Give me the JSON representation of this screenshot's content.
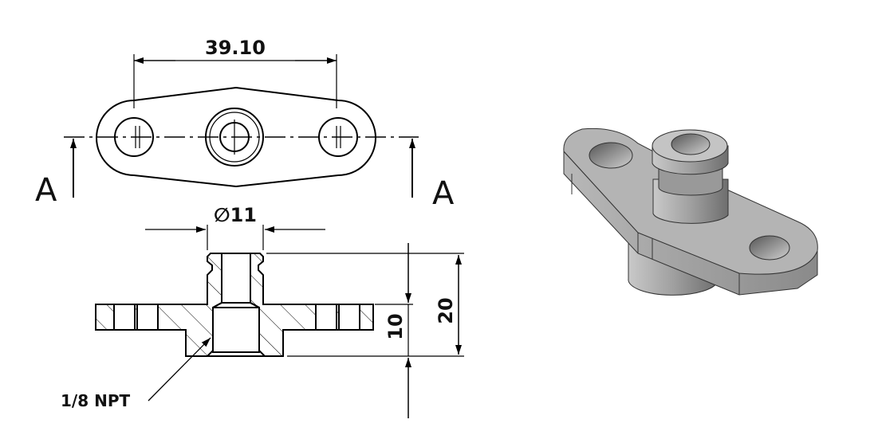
{
  "drawing": {
    "top_view": {
      "dimension_hole_spacing": "39.10",
      "section_label_left": "A",
      "section_label_right": "A"
    },
    "section_view": {
      "dimension_diameter": "∅11",
      "dimension_flange_height": "10",
      "dimension_total_height": "20",
      "thread_callout": "1/8 NPT"
    },
    "isometric_view": {
      "fill_color": "#a8a8a8"
    }
  }
}
